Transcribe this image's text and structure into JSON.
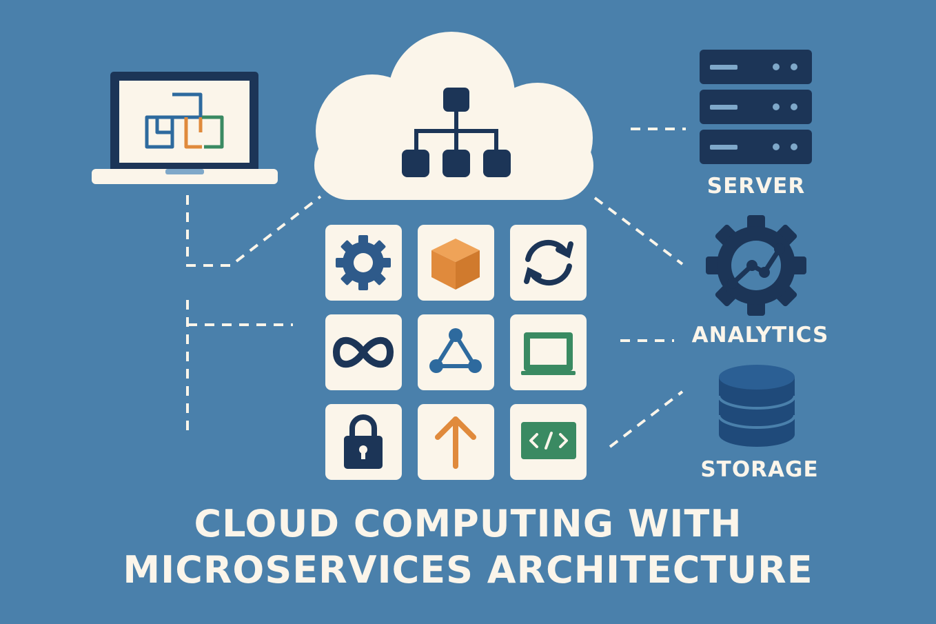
{
  "labels": {
    "server": "SERVER",
    "analytics": "ANALYTICS",
    "storage": "STORAGE"
  },
  "title": {
    "line1": "CLOUD COMPUTING WITH",
    "line2": "MICROSERVICES ARCHITECTURE"
  },
  "tiles": [
    "gear-icon",
    "box-icon",
    "sync-icon",
    "infinity-icon",
    "network-triangle-icon",
    "monitor-icon",
    "lock-icon",
    "arrow-up-icon",
    "code-icon"
  ],
  "colors": {
    "background": "#4a80ab",
    "cream": "#fbf5ea",
    "navy": "#1c3557",
    "orange": "#e08a3c",
    "green": "#3a8a62",
    "blue": "#2e6a9e"
  }
}
